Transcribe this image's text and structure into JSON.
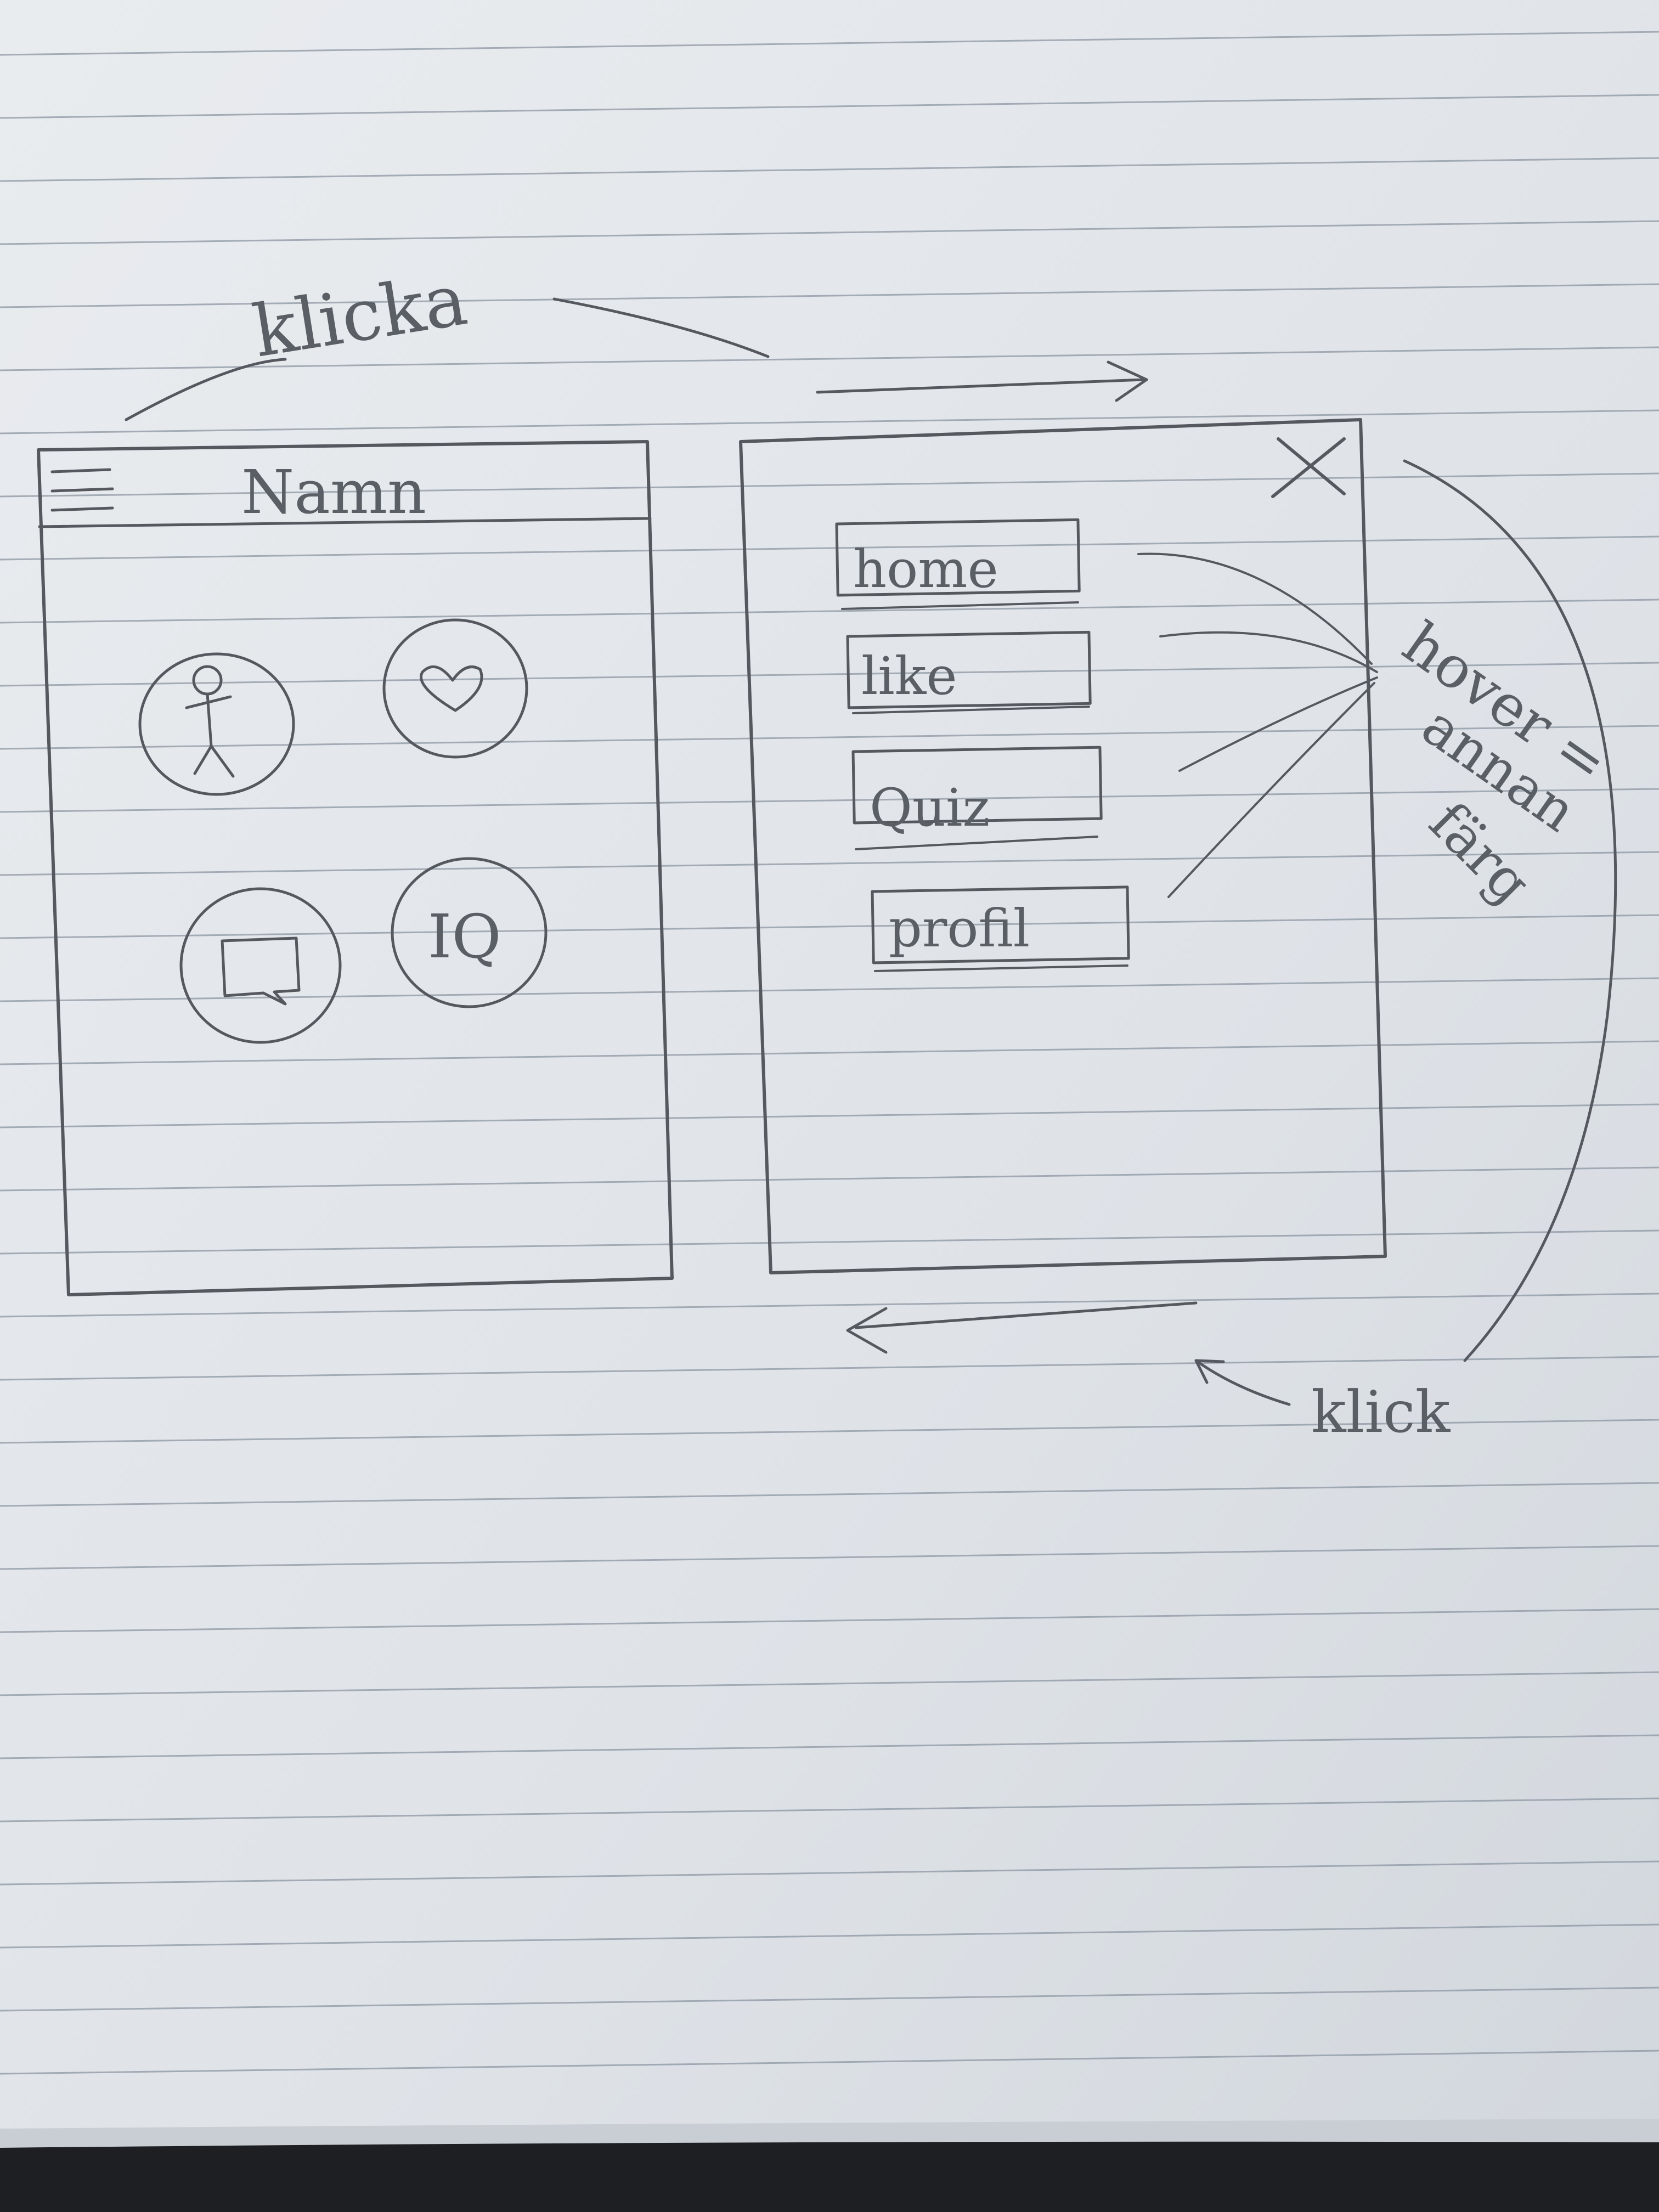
{
  "annotations": {
    "top_arrow_label": "klicka",
    "bottom_arrow_label": "klick",
    "hover_note": [
      "hover =",
      "annan",
      "färg"
    ]
  },
  "left_screen": {
    "header_title": "Namn",
    "icons": [
      "person-icon",
      "heart-icon",
      "chat-icon",
      "iq-icon"
    ],
    "iq_label": "IQ"
  },
  "right_screen": {
    "close_icon": "close-icon",
    "menu_items": [
      {
        "label": "home"
      },
      {
        "label": "like"
      },
      {
        "label": "Quiz"
      },
      {
        "label": "profil"
      }
    ]
  },
  "colors": {
    "paper": "#dfe3e8",
    "pencil": "#55595f",
    "ruled_line": "#8d97a3"
  }
}
